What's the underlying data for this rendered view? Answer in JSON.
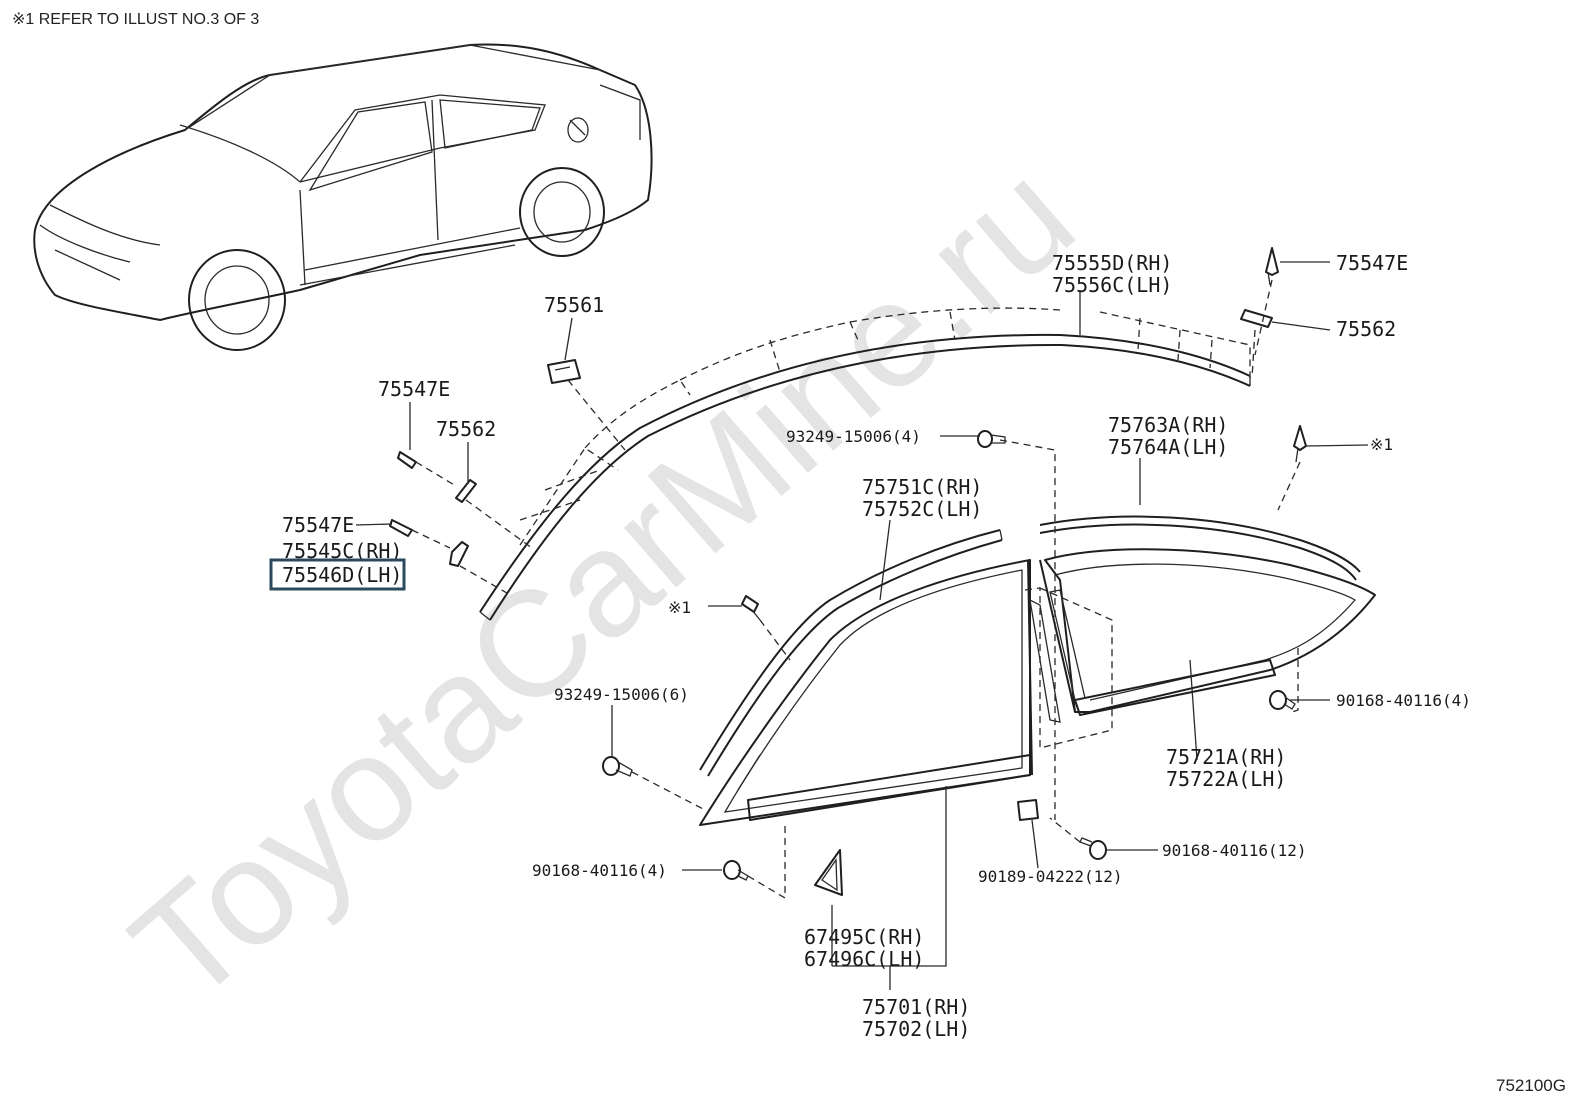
{
  "note": "※1 REFER TO ILLUST NO.3 OF 3",
  "watermark": "ToyotaCarMine.ru",
  "figure_code": "752100G",
  "highlight_color": "#2c4a5e",
  "labels": {
    "p75561": "75561",
    "p75547E_top": "75547E",
    "p75562_top": "75562",
    "p75555D": "75555D(RH)",
    "p75556C": "75556C(LH)",
    "p75547E_left": "75547E",
    "p75562_left": "75562",
    "p75547E_left2": "75547E",
    "p75545C": "75545C(RH)",
    "p75546D": "75546D(LH)",
    "b93249_a": "93249-15006(4)",
    "p75763A": "75763A(RH)",
    "p75764A": "75764A(LH)",
    "ref1_right": "※1",
    "p75751C": "75751C(RH)",
    "p75752C": "75752C(LH)",
    "ref1_left": "※1",
    "b93249_b": "93249-15006(6)",
    "b90168_right": "90168-40116(4)",
    "p75721A": "75721A(RH)",
    "p75722A": "75722A(LH)",
    "b90168_12": "90168-40116(12)",
    "b90189": "90189-04222(12)",
    "b90168_left": "90168-40116(4)",
    "p67495C": "67495C(RH)",
    "p67496C": "67496C(LH)",
    "p75701": "75701(RH)",
    "p75702": "75702(LH)"
  }
}
